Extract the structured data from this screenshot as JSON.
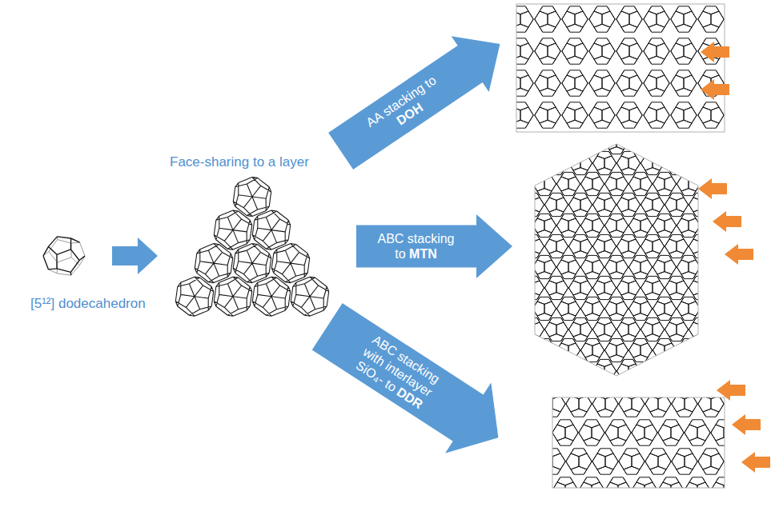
{
  "diagram": {
    "nodes": [
      {
        "text": [
          "AA stacking to DOH"
        ]
      },
      {
        "text": [
          "ABC stacking to MTN"
        ]
      },
      {
        "text": [
          "ABC stacking with interlayer SiO₄- to DDR"
        ]
      }
    ],
    "labels": [
      "Face-sharing to a layer",
      "[5¹²] dodecahedron"
    ]
  }
}
